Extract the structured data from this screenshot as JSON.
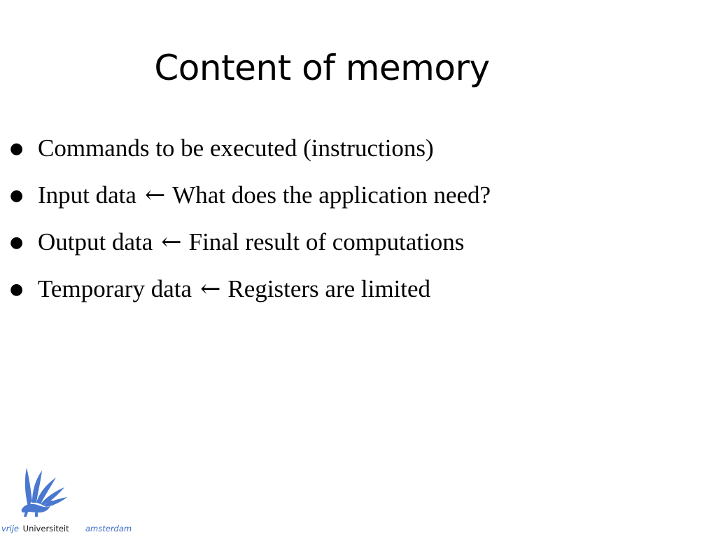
{
  "slide": {
    "title": "Content of memory",
    "bullets": [
      {
        "text": "Commands to be executed (instructions)",
        "arrow": "",
        "rest": ""
      },
      {
        "text": "Input data",
        "arrow": "←",
        "rest": "What does the application need?"
      },
      {
        "text": "Output data",
        "arrow": "←",
        "rest": "Final result of computations"
      },
      {
        "text": "Temporary data",
        "arrow": "←",
        "rest": "Registers are limited"
      }
    ],
    "bullet_glyph": "●"
  },
  "logo": {
    "vrije": "vrije",
    "universiteit": "Universiteit",
    "amsterdam": "amsterdam",
    "accent_color": "#3b6fc8",
    "icon": "griffin-logo-icon"
  }
}
